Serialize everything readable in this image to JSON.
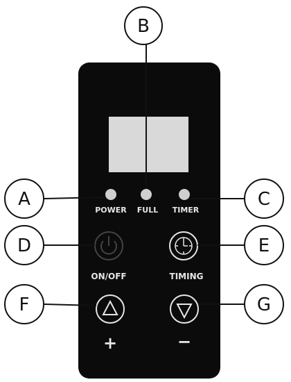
{
  "callouts": {
    "a": "A",
    "b": "B",
    "c": "C",
    "d": "D",
    "e": "E",
    "f": "F",
    "g": "G"
  },
  "indicators": {
    "power_label": "POWER",
    "full_label": "FULL",
    "timer_label": "TIMER"
  },
  "buttons": {
    "onoff_label": "ON/OFF",
    "timing_label": "TIMING",
    "plus_label": "+",
    "minus_label": "−"
  },
  "icons": {
    "onoff": "power-icon",
    "timing": "clock-icon",
    "up": "up-triangle-icon",
    "down": "down-triangle-icon"
  },
  "colors": {
    "panel": "#0b0b0b",
    "display": "#d9d9d9",
    "indicator": "#cfcfcf",
    "label": "#e6e6e6",
    "callout_stroke": "#111111"
  }
}
